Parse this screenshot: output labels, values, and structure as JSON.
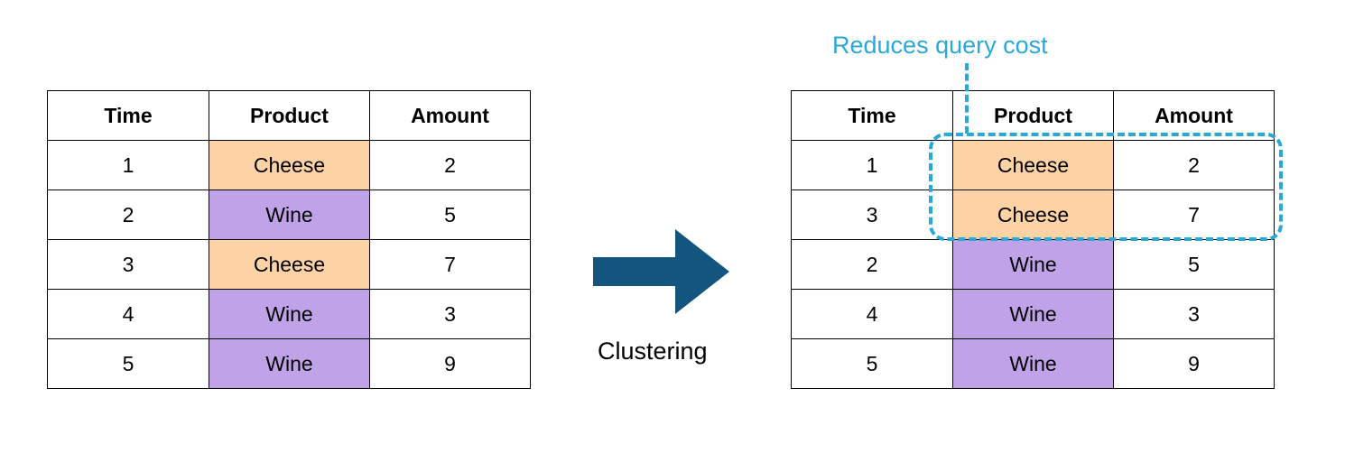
{
  "colors": {
    "cheese": "#fdd3a6",
    "wine": "#c0a2e8",
    "arrow": "#13557e",
    "annotation": "#2aa8d8"
  },
  "left_table": {
    "headers": [
      "Time",
      "Product",
      "Amount"
    ],
    "rows": [
      {
        "time": "1",
        "product": "Cheese",
        "amount": "2"
      },
      {
        "time": "2",
        "product": "Wine",
        "amount": "5"
      },
      {
        "time": "3",
        "product": "Cheese",
        "amount": "7"
      },
      {
        "time": "4",
        "product": "Wine",
        "amount": "3"
      },
      {
        "time": "5",
        "product": "Wine",
        "amount": "9"
      }
    ]
  },
  "right_table": {
    "headers": [
      "Time",
      "Product",
      "Amount"
    ],
    "rows": [
      {
        "time": "1",
        "product": "Cheese",
        "amount": "2"
      },
      {
        "time": "3",
        "product": "Cheese",
        "amount": "7"
      },
      {
        "time": "2",
        "product": "Wine",
        "amount": "5"
      },
      {
        "time": "4",
        "product": "Wine",
        "amount": "3"
      },
      {
        "time": "5",
        "product": "Wine",
        "amount": "9"
      }
    ]
  },
  "arrow_label": "Clustering",
  "annotation": "Reduces query cost",
  "icons": {
    "arrow": "right-arrow-icon"
  }
}
